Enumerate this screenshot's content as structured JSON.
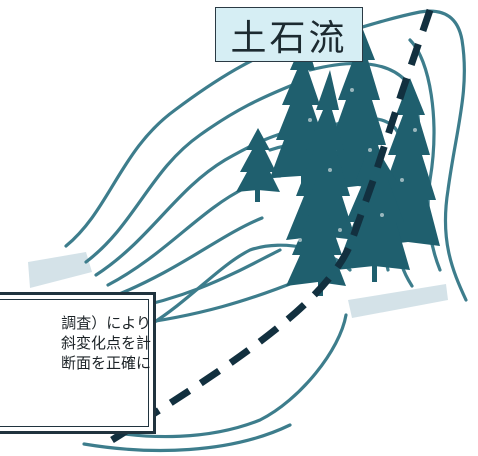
{
  "title": "土石流",
  "callout": {
    "lines": [
      "調査）により",
      "斜変化点を計",
      "断面を正確に"
    ]
  },
  "colors": {
    "contour": "#3d7d8c",
    "tree": "#1f5f6e",
    "dash": "#12303f",
    "ground_band": "#c9dbe2",
    "title_bg": "#d6eef4"
  },
  "icons": [
    "tree-icon",
    "contour-line",
    "survey-dashed-line"
  ]
}
